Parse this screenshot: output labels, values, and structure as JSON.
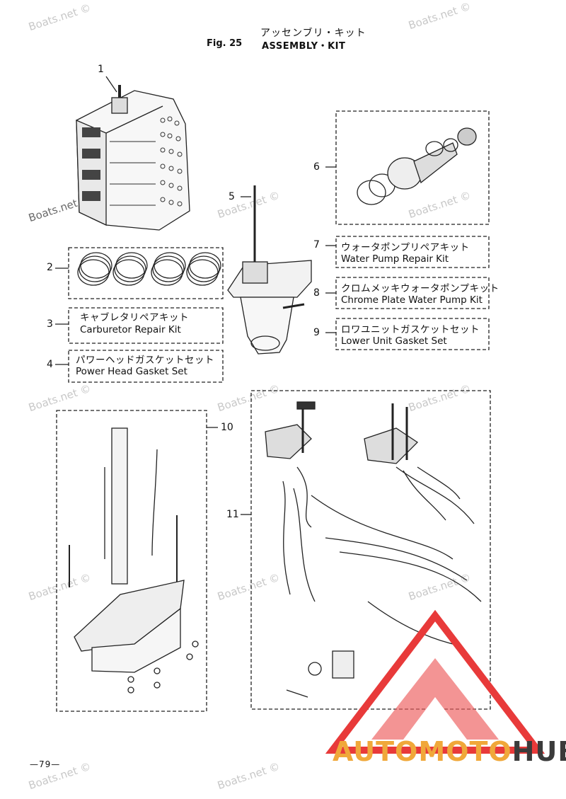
{
  "header": {
    "title_jp": "アッセンブリ・キット",
    "fig_label": "Fig. 25",
    "title_en": "ASSEMBLY・KIT"
  },
  "watermark": "Boats.net ©",
  "watermark_short": "Boats.net",
  "callouts": [
    "1",
    "2",
    "3",
    "4",
    "5",
    "6",
    "7",
    "8",
    "9",
    "10",
    "11"
  ],
  "kits": {
    "carb": {
      "jp": "キャブレタリペアキット",
      "en": "Carburetor Repair Kit"
    },
    "gasket": {
      "jp": "パワーヘッドガスケットセット",
      "en": "Power Head Gasket Set"
    },
    "water": {
      "jp": "ウォータポンプリペアキット",
      "en": "Water Pump Repair Kit"
    },
    "chrome": {
      "jp": "クロムメッキウォータポンプキット",
      "en": "Chrome Plate Water Pump Kit"
    },
    "lower": {
      "jp": "ロワユニットガスケットセット",
      "en": "Lower Unit Gasket Set"
    }
  },
  "footer": {
    "page": "—79—"
  },
  "logo": {
    "part1": "AUTOMOTO",
    "part2": "HUB"
  },
  "colors": {
    "logo_orange": "#f0a83a",
    "logo_dark": "#3b3b3b",
    "triangle_red": "#e83a3a"
  }
}
